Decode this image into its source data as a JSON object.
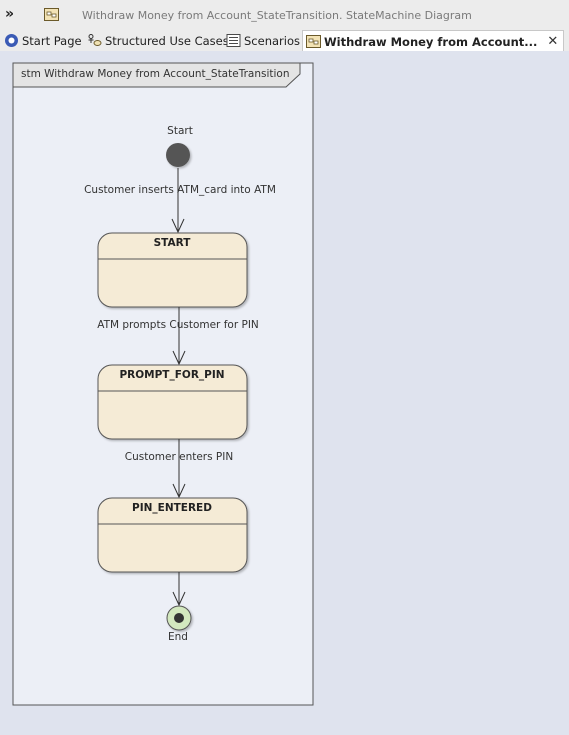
{
  "window": {
    "title": "Withdraw Money from Account_StateTransition.  StateMachine Diagram"
  },
  "tabs": [
    {
      "label": "Start Page",
      "icon": "start-page-icon",
      "active": false
    },
    {
      "label": "Structured Use Cases",
      "icon": "use-case-icon",
      "active": false
    },
    {
      "label": "Scenarios",
      "icon": "scenarios-icon",
      "active": false
    },
    {
      "label": "Withdraw Money from Account...",
      "icon": "diagram-icon",
      "active": true
    }
  ],
  "diagram": {
    "frame_title": "stm Withdraw Money from Account_StateTransition",
    "initial_label": "Start",
    "final_label": "End",
    "states": [
      {
        "name": "START"
      },
      {
        "name": "PROMPT_FOR_PIN"
      },
      {
        "name": "PIN_ENTERED"
      }
    ],
    "transitions": [
      {
        "label": "Customer inserts ATM_card into ATM"
      },
      {
        "label": "ATM prompts Customer for PIN"
      },
      {
        "label": "Customer enters PIN"
      },
      {
        "label": ""
      }
    ]
  },
  "colors": {
    "canvas": "#dfe3ee",
    "frame_fill": "#eceff6",
    "state_fill": "#f5ebd6",
    "initial_node": "#555555",
    "final_node_fill": "#d3e8bf"
  }
}
